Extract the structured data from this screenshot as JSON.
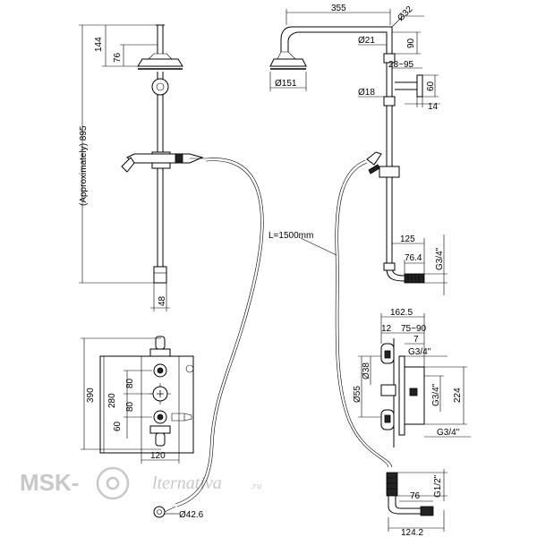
{
  "left_view": {
    "dim_height_total": "(Approximately) 895",
    "dim_head_top": "144",
    "dim_head_arm": "76",
    "dim_bottom_width": "48"
  },
  "right_view": {
    "dim_arm_length": "355",
    "dim_arm_diameter": "Ø32",
    "dim_riser_diameter": "Ø21",
    "dim_riser_offset": "90",
    "dim_head_diameter": "Ø151",
    "dim_bracket_range": "28~95",
    "dim_bracket_height": "60",
    "dim_rail_diameter": "Ø18",
    "dim_bracket_depth": "14",
    "hose_length": "L=1500mm",
    "dim_elbow_width": "125",
    "dim_elbow_depth": "76.4",
    "dim_elbow_thread": "G3/4\""
  },
  "valve_front": {
    "dim_total_height": "390",
    "dim_plate_height": "280",
    "dim_top_spacing": "80",
    "dim_mid_spacing": "80",
    "dim_bottom_spacing": "60",
    "dim_plate_width": "120",
    "dim_outlet_diameter": "Ø42.6"
  },
  "valve_side": {
    "dim_overall_depth": "162.5",
    "dim_wall_offset": "12",
    "dim_adjust_range": "75~90",
    "dim_seven": "7",
    "dim_thread_top": "G3/4\"",
    "dim_handle_diameter_a": "Ø38",
    "dim_handle_diameter_b": "Ø55",
    "dim_thread_mid": "G3/4\"",
    "dim_body_height": "224",
    "dim_thread_bottom": "G3/4\""
  },
  "wall_outlet": {
    "dim_thread": "G1/2\"",
    "dim_depth": "76",
    "dim_width": "124.2"
  },
  "watermark": {
    "brand_left": "MSK-",
    "brand_right": "lternativa",
    "brand_suffix": ".ru"
  }
}
